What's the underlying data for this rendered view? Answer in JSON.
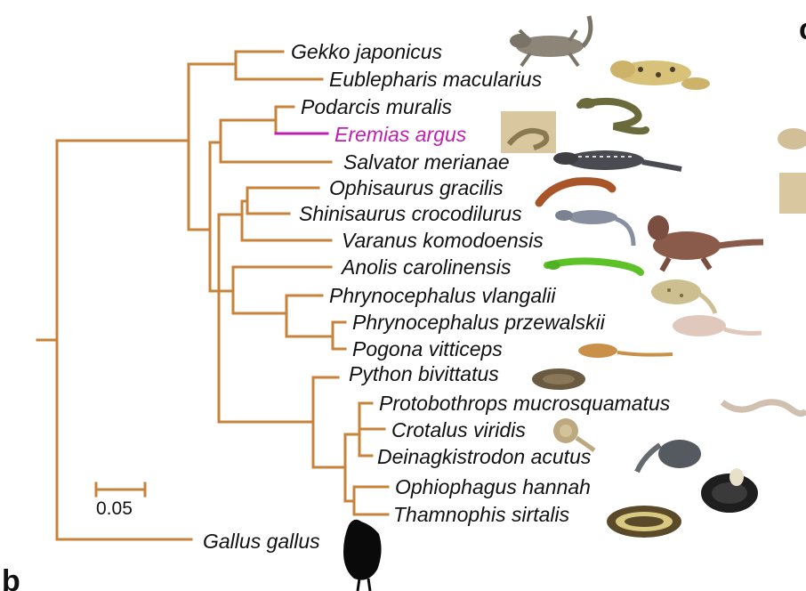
{
  "tree": {
    "branch_color": "#c8833a",
    "highlight_color": "#c020b0",
    "taxa": [
      {
        "name": "Gekko japonicus",
        "image": "gecko-photo"
      },
      {
        "name": "Eublepharis macularius",
        "image": "leopard-gecko-photo"
      },
      {
        "name": "Podarcis muralis",
        "image": "wall-lizard-photo"
      },
      {
        "name": "Eremias argus",
        "image": "racerunner-photo",
        "highlight": true
      },
      {
        "name": "Salvator merianae",
        "image": "tegu-photo"
      },
      {
        "name": "Ophisaurus gracilis",
        "image": "glass-lizard-photo"
      },
      {
        "name": "Shinisaurus crocodilurus",
        "image": "crocodile-lizard-photo"
      },
      {
        "name": "Varanus komodoensis",
        "image": "komodo-dragon-photo"
      },
      {
        "name": "Anolis carolinensis",
        "image": "anole-photo"
      },
      {
        "name": "Phrynocephalus vlangalii",
        "image": "toadhead-agama-photo"
      },
      {
        "name": "Phrynocephalus przewalskii",
        "image": "toadhead-agama-photo"
      },
      {
        "name": "Pogona vitticeps",
        "image": "bearded-dragon-photo"
      },
      {
        "name": "Python bivittatus",
        "image": "python-photo"
      },
      {
        "name": "Protobothrops mucrosquamatus",
        "image": "pit-viper-photo"
      },
      {
        "name": "Crotalus viridis",
        "image": "rattlesnake-photo"
      },
      {
        "name": "Deinagkistrodon acutus",
        "image": "hundred-pace-viper-photo"
      },
      {
        "name": "Ophiophagus hannah",
        "image": "king-cobra-photo"
      },
      {
        "name": "Thamnophis sirtalis",
        "image": "garter-snake-photo"
      },
      {
        "name": "Gallus gallus",
        "image": "chicken-silhouette"
      }
    ],
    "scale_bar": {
      "label": "0.05",
      "value": 0.05
    }
  },
  "panel_label": "b",
  "edge_fragment": "c"
}
